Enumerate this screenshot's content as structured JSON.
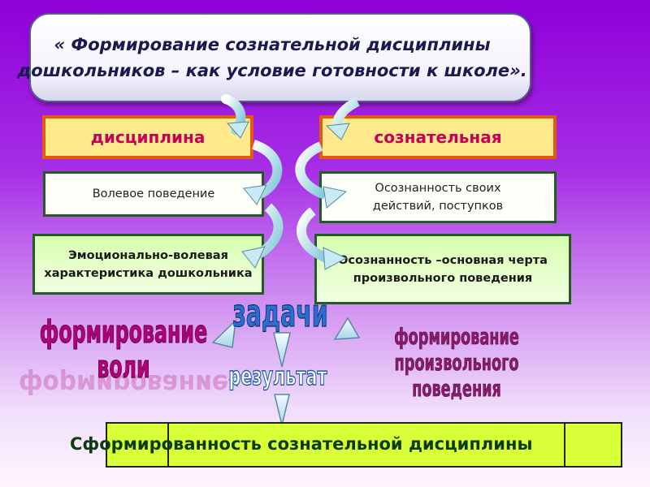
{
  "title": "« Формирование сознательной дисциплины дошкольников  – как условие готовности к школе».",
  "headers": {
    "left": "дисциплина",
    "right": "сознательная"
  },
  "boxes": {
    "left_top": "Волевое поведение",
    "right_top": "Осознанность своих действий, поступков",
    "left_bottom": "Эмоционально-волевая характеристика дошкольника",
    "right_bottom": "Осознанность –основная черта произвольного поведения"
  },
  "wordart": {
    "tasks": "задачи",
    "result": "результат",
    "left_goal_line1": "формирование",
    "left_goal_line2": "воли",
    "right_goal_line1": "формирование",
    "right_goal_line2": "произвольного",
    "right_goal_line3": "поведения"
  },
  "bottom_text": "Сформированность сознательной дисциплины",
  "colors": {
    "background_top": "#8e00d8",
    "header_fill": "#ffe98a",
    "header_border": "#e25a10",
    "header_text": "#c8005a",
    "bottom_fill": "#d8ff38",
    "tasks_color": "#2a6fd0",
    "goal_color": "#b0007a"
  }
}
